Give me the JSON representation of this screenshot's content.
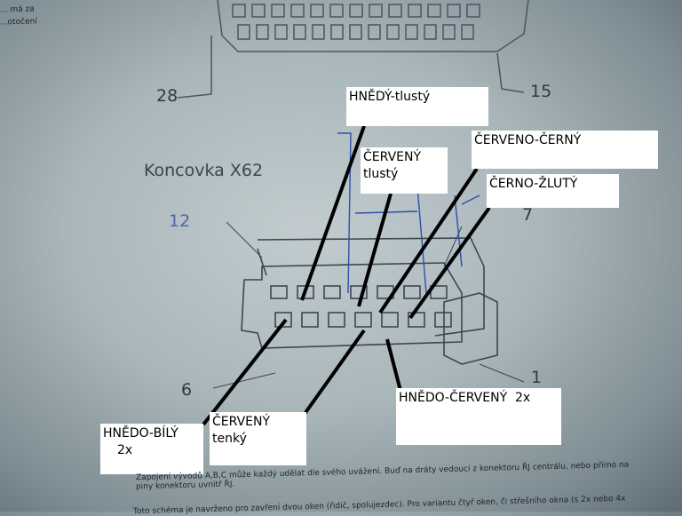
{
  "diagram": {
    "title": "Koncovka X62",
    "pin_numbers": {
      "top_left": "28",
      "top_right": "15",
      "left_top": "12",
      "right_top": "7",
      "left_bottom": "6",
      "right_bottom": "1"
    }
  },
  "labels": {
    "hnedy_tlusty": "HNĚDÝ-tlustý",
    "cerveny_tlusty_1": "ČERVENÝ",
    "cerveny_tlusty_2": "tlustý",
    "cerveno_cerny": "ČERVENO-ČERNÝ",
    "cerno_zluty": "ČERNO-ŽLUTÝ",
    "hnedo_cerveny": "HNĚDO-ČERVENÝ  2x",
    "hnedo_bily_1": "HNĚDO-BÍLÝ",
    "hnedo_bily_2": "2x",
    "cerveny_tenky_1": "ČERVENÝ",
    "cerveny_tenky_2": "tenký"
  },
  "document": {
    "top_left_fragments": [
      "... má za",
      "...otočení"
    ],
    "paragraph1_line1": "Zapojení vývodů A,B,C může každý udělat dle svého uvážení. Buď na dráty vedoucí z konektoru ŘJ centrálu, nebo přímo na",
    "paragraph1_line2": "piny konektoru uvnitř ŘJ.",
    "paragraph2_line1": "Toto schéma je navrženo pro zavření dvou oken (řidič, spolujezdec). Pro variantu čtyř oken, či střešního okna (s 2x nebo 4x"
  }
}
